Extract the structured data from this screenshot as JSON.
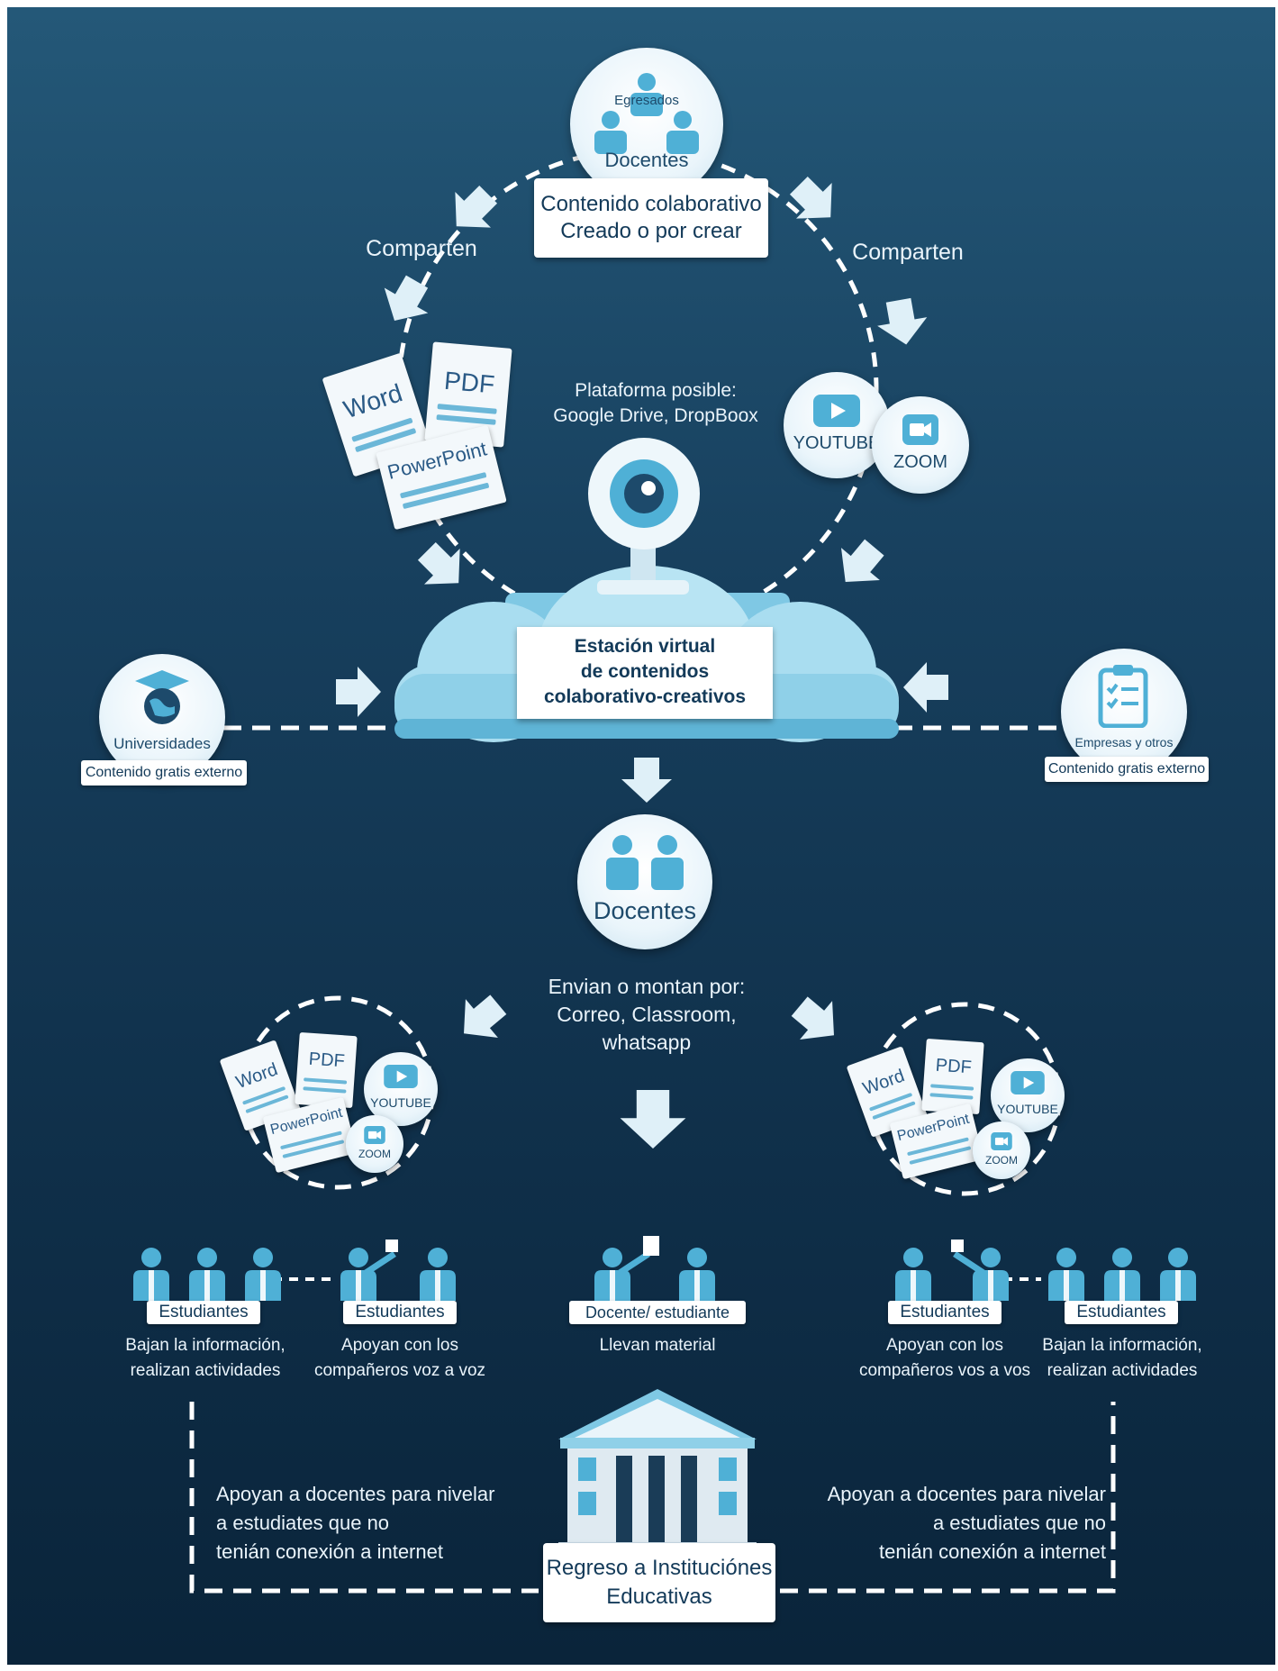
{
  "top": {
    "group_label_1": "Egresados",
    "group_label_2": "Docentes",
    "box_line_1": "Contenido colaborativo",
    "box_line_2": "Creado o por crear",
    "share_left": "Comparten",
    "share_right": "Comparten"
  },
  "platform": {
    "line_1": "Plataforma posible:",
    "line_2": "Google Drive, DropBoox"
  },
  "docs": {
    "word": "Word",
    "pdf": "PDF",
    "powerpoint": "PowerPoint"
  },
  "media": {
    "youtube": "YOUTUBE",
    "zoom": "ZOOM"
  },
  "station": {
    "line_1": "Estación virtual",
    "line_2": "de contenidos",
    "line_3": "colaborativo-creativos"
  },
  "left_source": {
    "name": "Universidades",
    "tag": "Contenido  gratis externo"
  },
  "right_source": {
    "name": "Empresas y otros",
    "tag": "Contenido  gratis externo"
  },
  "teachers": {
    "label": "Docentes"
  },
  "send": {
    "line_1": "Envian o montan por:",
    "line_2": "Correo, Classroom,",
    "line_3": "whatsapp"
  },
  "groups": [
    {
      "tag": "Estudiantes",
      "line_1": "Bajan la información,",
      "line_2": "realizan actividades"
    },
    {
      "tag": "Estudiantes",
      "line_1": "Apoyan con los",
      "line_2": "compañeros voz  a voz"
    },
    {
      "tag": "Docente/ estudiante",
      "line_1": "Llevan material",
      "line_2": ""
    },
    {
      "tag": "Estudiantes",
      "line_1": "Apoyan con los",
      "line_2": "compañeros vos a vos"
    },
    {
      "tag": "Estudiantes",
      "line_1": "Bajan la información,",
      "line_2": "realizan actividades"
    }
  ],
  "support_left": {
    "line_1": "Apoyan a docentes para nivelar",
    "line_2": "a estudiates que no",
    "line_3": "tenián  conexión  a  internet"
  },
  "support_right": {
    "line_1": "Apoyan a docentes para nivelar",
    "line_2": "a estudiates que no",
    "line_3": "tenián  conexión  a  internet"
  },
  "return": {
    "line_1": "Regreso a Instituciónes",
    "line_2": "Educativas"
  },
  "colors": {
    "accent": "#4fb0d6",
    "dark": "#133a59",
    "light": "#eaf4fb"
  }
}
